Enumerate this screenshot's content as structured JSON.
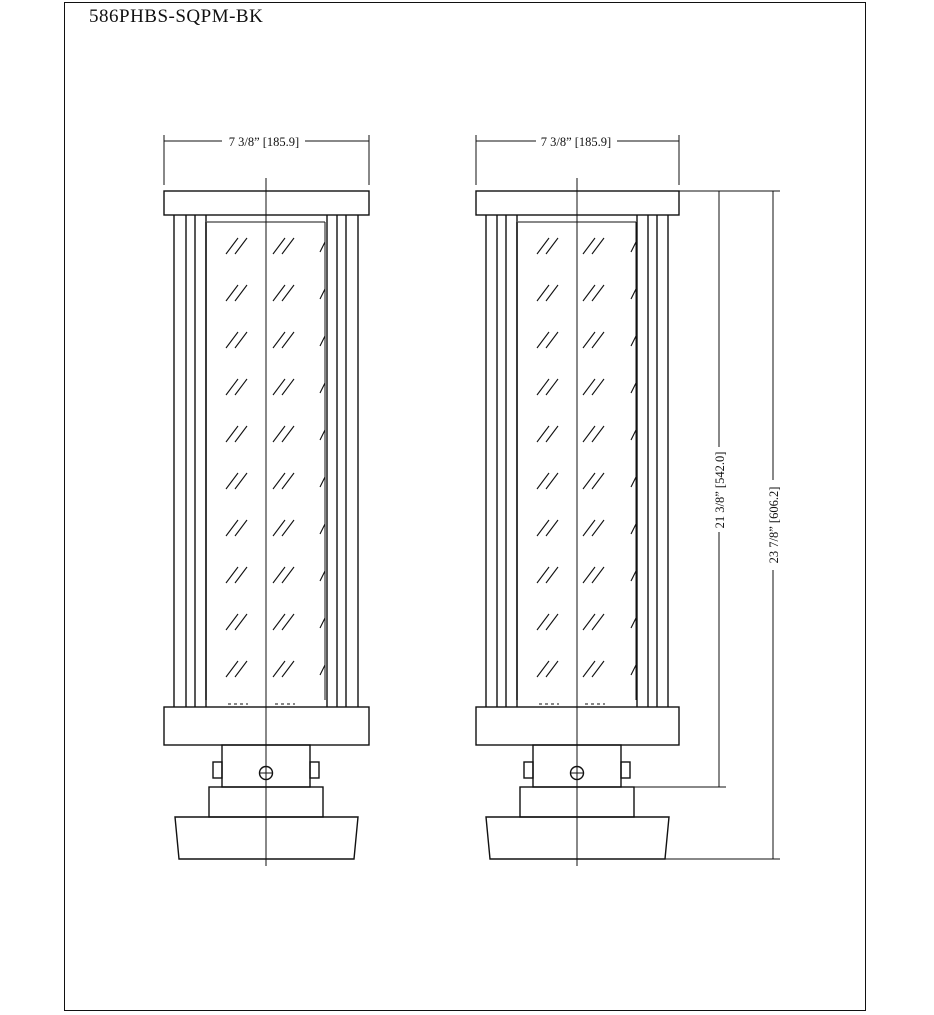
{
  "title": "586PHBS-SQPM-BK",
  "dimensions": {
    "left_width": "7 3/8” [185.9]",
    "right_width": "7 3/8” [185.9]",
    "height_lantern": "21 3/8” [542.0]",
    "height_overall": "23 7/8” [606.2]"
  },
  "colors": {
    "line": "#111111",
    "background": "#ffffff"
  }
}
